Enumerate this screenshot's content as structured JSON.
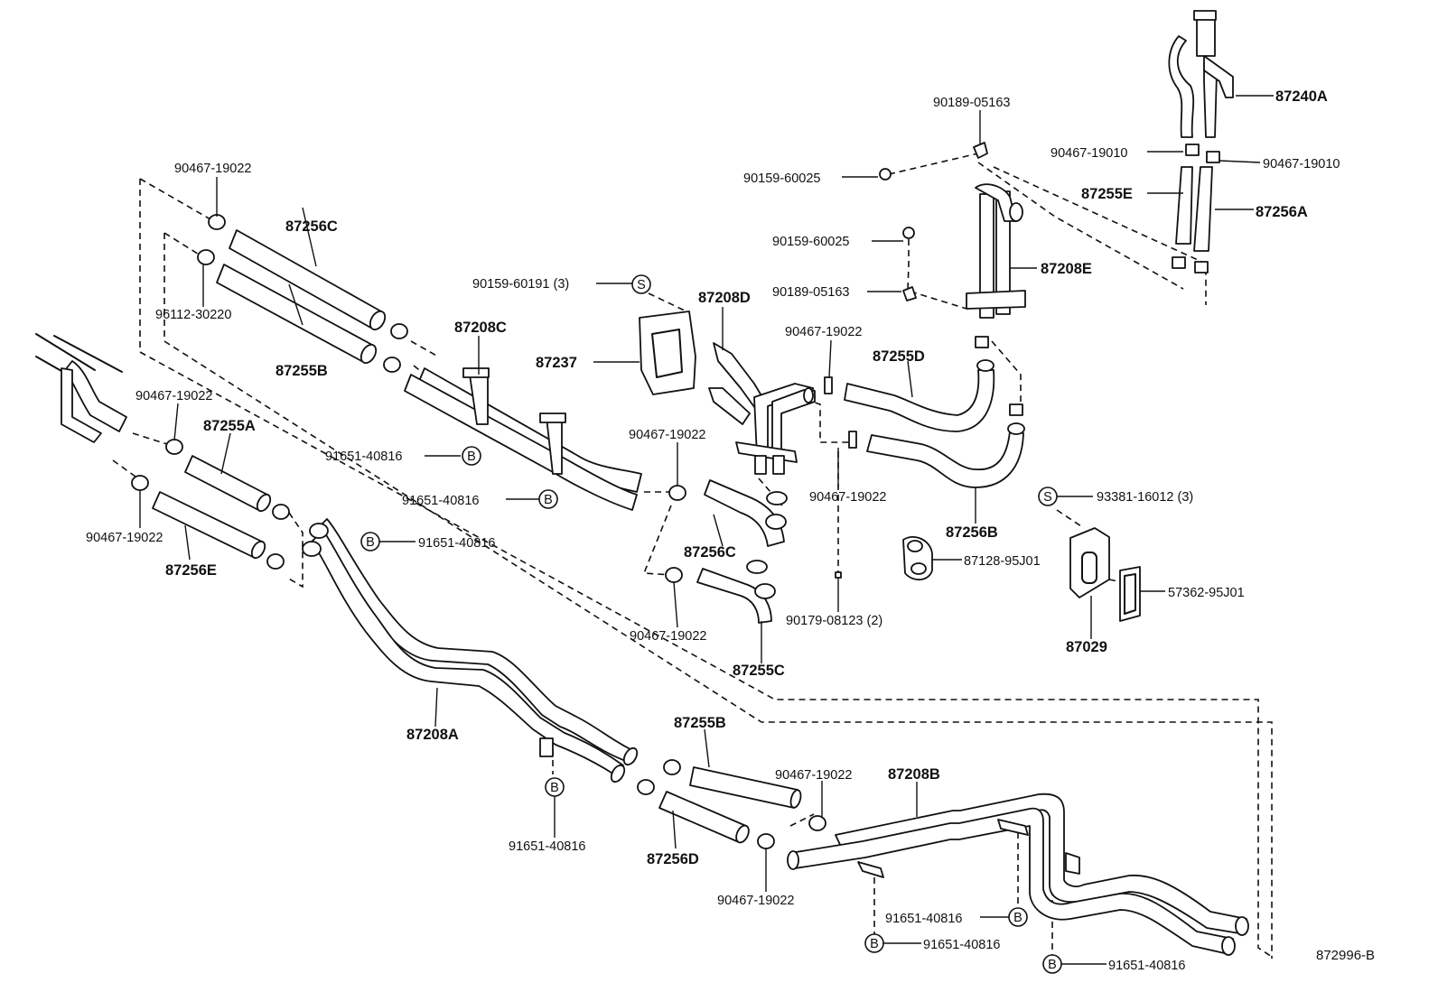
{
  "labels": {
    "l_87240A": "87240A",
    "l_90189_top": "90189-05163",
    "l_90467_19010_left": "90467-19010",
    "l_90467_19010_right": "90467-19010",
    "l_90159_60025_a": "90159-60025",
    "l_87255E": "87255E",
    "l_87256A": "87256A",
    "l_90159_60025_b": "90159-60025",
    "l_87208E": "87208E",
    "l_90189_mid": "90189-05163",
    "l_90467_top_left": "90467-19022",
    "l_87256C_top": "87256C",
    "l_96112": "96112-30220",
    "l_87255B_top": "87255B",
    "l_87208C": "87208C",
    "l_90159_60191": "90159-60191 (3)",
    "l_87208D": "87208D",
    "l_87237": "87237",
    "l_90467_mid1": "90467-19022",
    "l_87255D": "87255D",
    "l_90467_left2": "90467-19022",
    "l_87255A": "87255A",
    "l_91651_a": "91651-40816",
    "l_90467_c1": "90467-19022",
    "l_91651_b": "91651-40816",
    "l_90467_c2": "90467-19022",
    "l_87256B": "87256B",
    "l_93381": "93381-16012 (3)",
    "l_90467_left3": "90467-19022",
    "l_91651_c": "91651-40816",
    "l_87256E": "87256E",
    "l_87256C_mid": "87256C",
    "l_87128": "87128-95J01",
    "l_57362": "57362-95J01",
    "l_90179": "90179-08123 (2)",
    "l_87029": "87029",
    "l_90467_c3": "90467-19022",
    "l_87255C": "87255C",
    "l_87208A": "87208A",
    "l_87255B_bot": "87255B",
    "l_90467_bot1": "90467-19022",
    "l_87208B": "87208B",
    "l_91651_d": "91651-40816",
    "l_87256D": "87256D",
    "l_90467_bot2": "90467-19022",
    "l_91651_e": "91651-40816",
    "l_91651_f": "91651-40816",
    "l_91651_g": "91651-40816",
    "l_ref": "872996-B"
  },
  "badges": {
    "B": "B",
    "S": "S"
  }
}
